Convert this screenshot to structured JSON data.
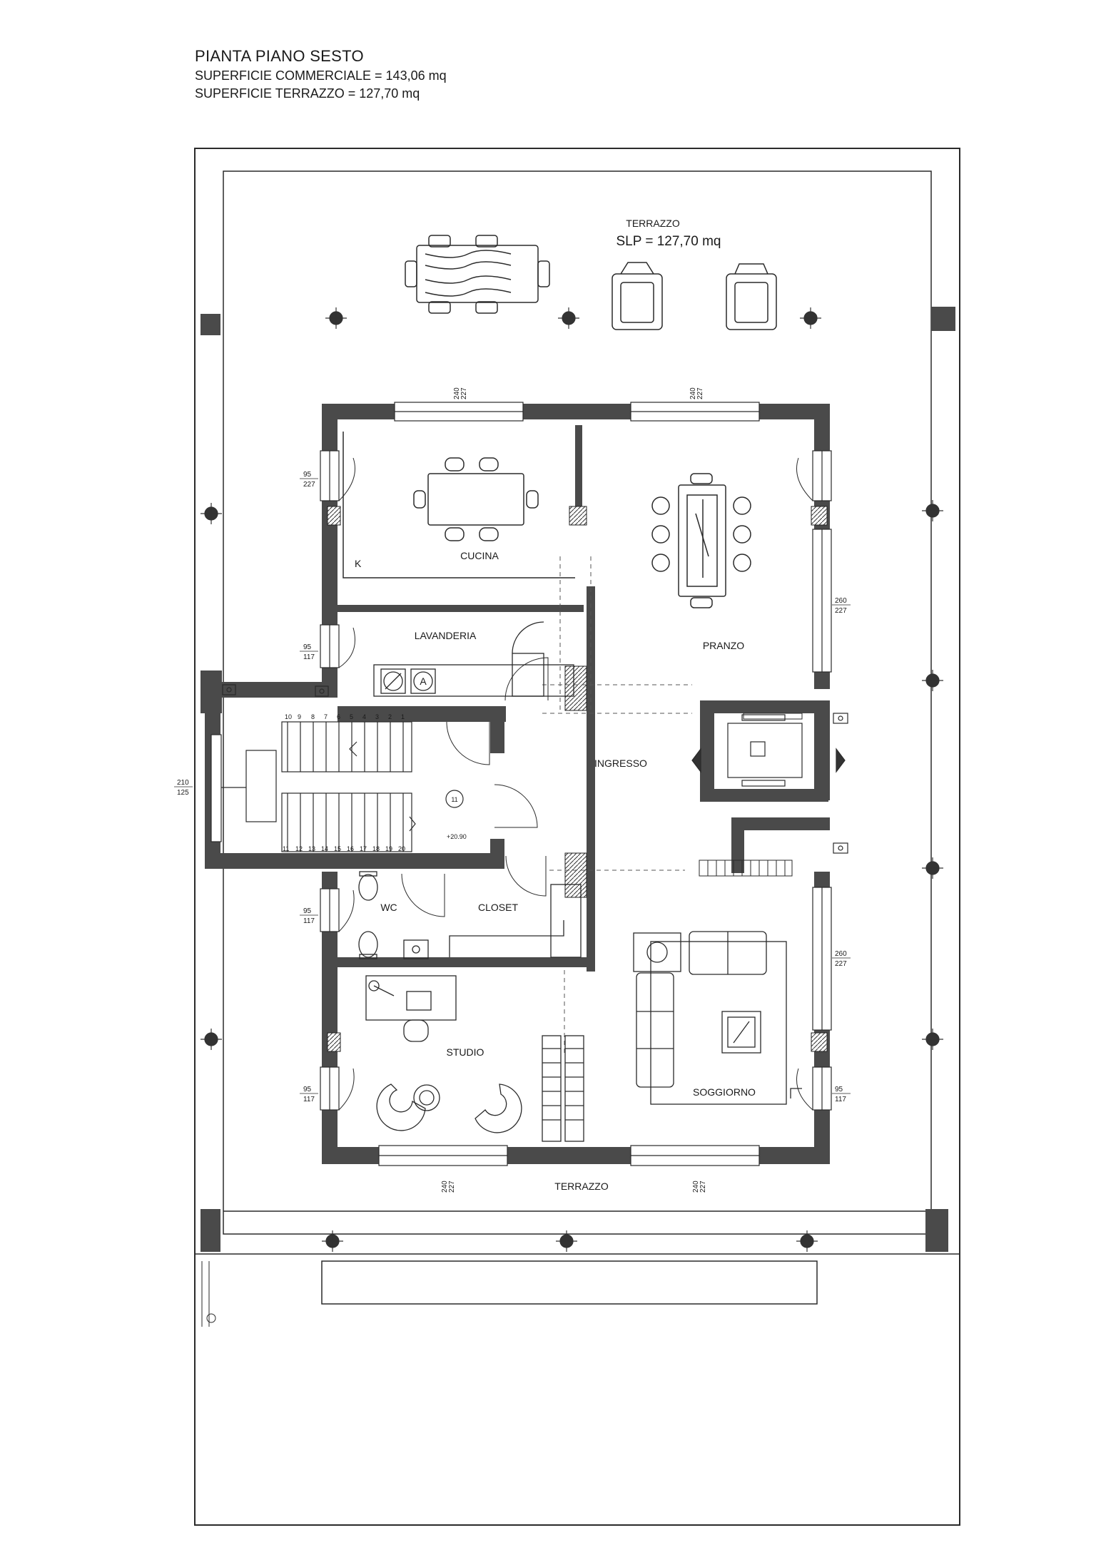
{
  "header": {
    "title": "PIANTA PIANO SESTO",
    "commercial_area": "SUPERFICIE COMMERCIALE = 143,06 mq",
    "terrace_area": "SUPERFICIE TERRAZZO = 127,70 mq"
  },
  "terrace_top": {
    "label": "TERRAZZO",
    "slp": "SLP = 127,70 mq"
  },
  "terrace_bottom": {
    "label": "TERRAZZO"
  },
  "rooms": {
    "cucina": "CUCINA",
    "kitchen_k": "K",
    "lavanderia": "LAVANDERIA",
    "pranzo": "PRANZO",
    "ingresso": "INGRESSO",
    "wc": "WC",
    "closet": "CLOSET",
    "studio": "STUDIO",
    "soggiorno": "SOGGIORNO"
  },
  "stair": {
    "marker": "11",
    "level": "+20.90",
    "steps_top": [
      "10",
      "9",
      "8",
      "7",
      "6",
      "5",
      "4",
      "3",
      "2",
      "1"
    ],
    "steps_bottom": [
      "11",
      "12",
      "13",
      "14",
      "15",
      "16",
      "17",
      "18",
      "19",
      "20"
    ]
  },
  "appliances": {
    "washer": "A"
  },
  "dimensions": {
    "top_window_left": [
      "240",
      "227"
    ],
    "top_window_right": [
      "240",
      "227"
    ],
    "cucina_window": [
      "95",
      "227"
    ],
    "lavanderia_window": [
      "95",
      "117"
    ],
    "stair_window": [
      "210",
      "125"
    ],
    "wc_window": [
      "95",
      "117"
    ],
    "studio_window": [
      "95",
      "117"
    ],
    "pranzo_window": [
      "260",
      "227"
    ],
    "soggiorno_window": [
      "260",
      "227"
    ],
    "soggiorno_small_window": [
      "95",
      "117"
    ],
    "bottom_window_left": [
      "240",
      "227"
    ],
    "bottom_window_right": [
      "240",
      "227"
    ]
  },
  "colors": {
    "wall": "#4a4a4a",
    "line": "#2a2a2a",
    "paper": "#ffffff"
  }
}
